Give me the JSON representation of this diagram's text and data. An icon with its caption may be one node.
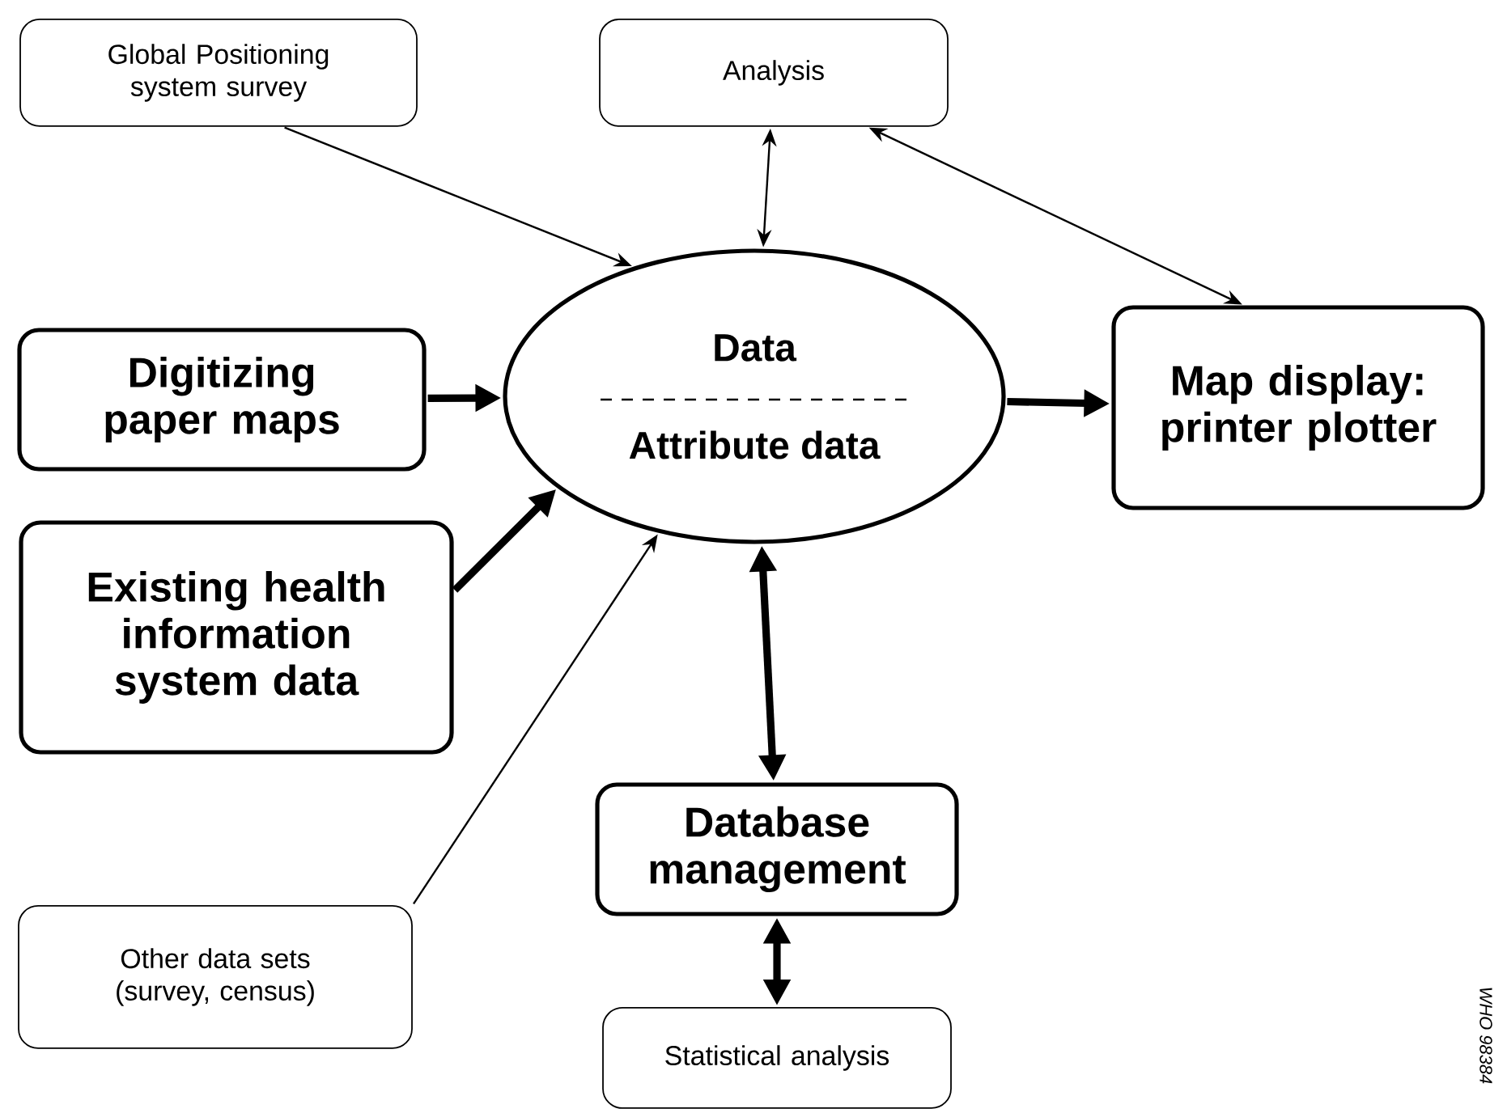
{
  "diagram": {
    "nodes": [
      {
        "text": [
          "Global Positioning system survey"
        ]
      },
      {
        "text": [
          "Analysis"
        ]
      },
      {
        "text": [
          "Data",
          "Attribute data"
        ]
      },
      {
        "text": [
          "Digitizing paper maps"
        ]
      },
      {
        "text": [
          "Map display: printer plotter"
        ]
      },
      {
        "text": [
          "Existing health information system data"
        ]
      },
      {
        "text": [
          "Database management"
        ]
      },
      {
        "text": [
          "Other data sets (survey, census)"
        ]
      },
      {
        "text": [
          "Statistical analysis"
        ]
      }
    ],
    "edges": [
      {
        "from": 0,
        "to": 2,
        "arrow": "to"
      },
      {
        "from": 1,
        "to": 2,
        "arrow": "both"
      },
      {
        "from": 1,
        "to": 4,
        "arrow": "both"
      },
      {
        "from": 3,
        "to": 2,
        "arrow": "to"
      },
      {
        "from": 2,
        "to": 4,
        "arrow": "to"
      },
      {
        "from": 5,
        "to": 2,
        "arrow": "to"
      },
      {
        "from": 7,
        "to": 2,
        "arrow": "to"
      },
      {
        "from": 2,
        "to": 6,
        "arrow": "both"
      },
      {
        "from": 6,
        "to": 8,
        "arrow": "both"
      }
    ],
    "labels": [
      "WHO 98384"
    ]
  }
}
